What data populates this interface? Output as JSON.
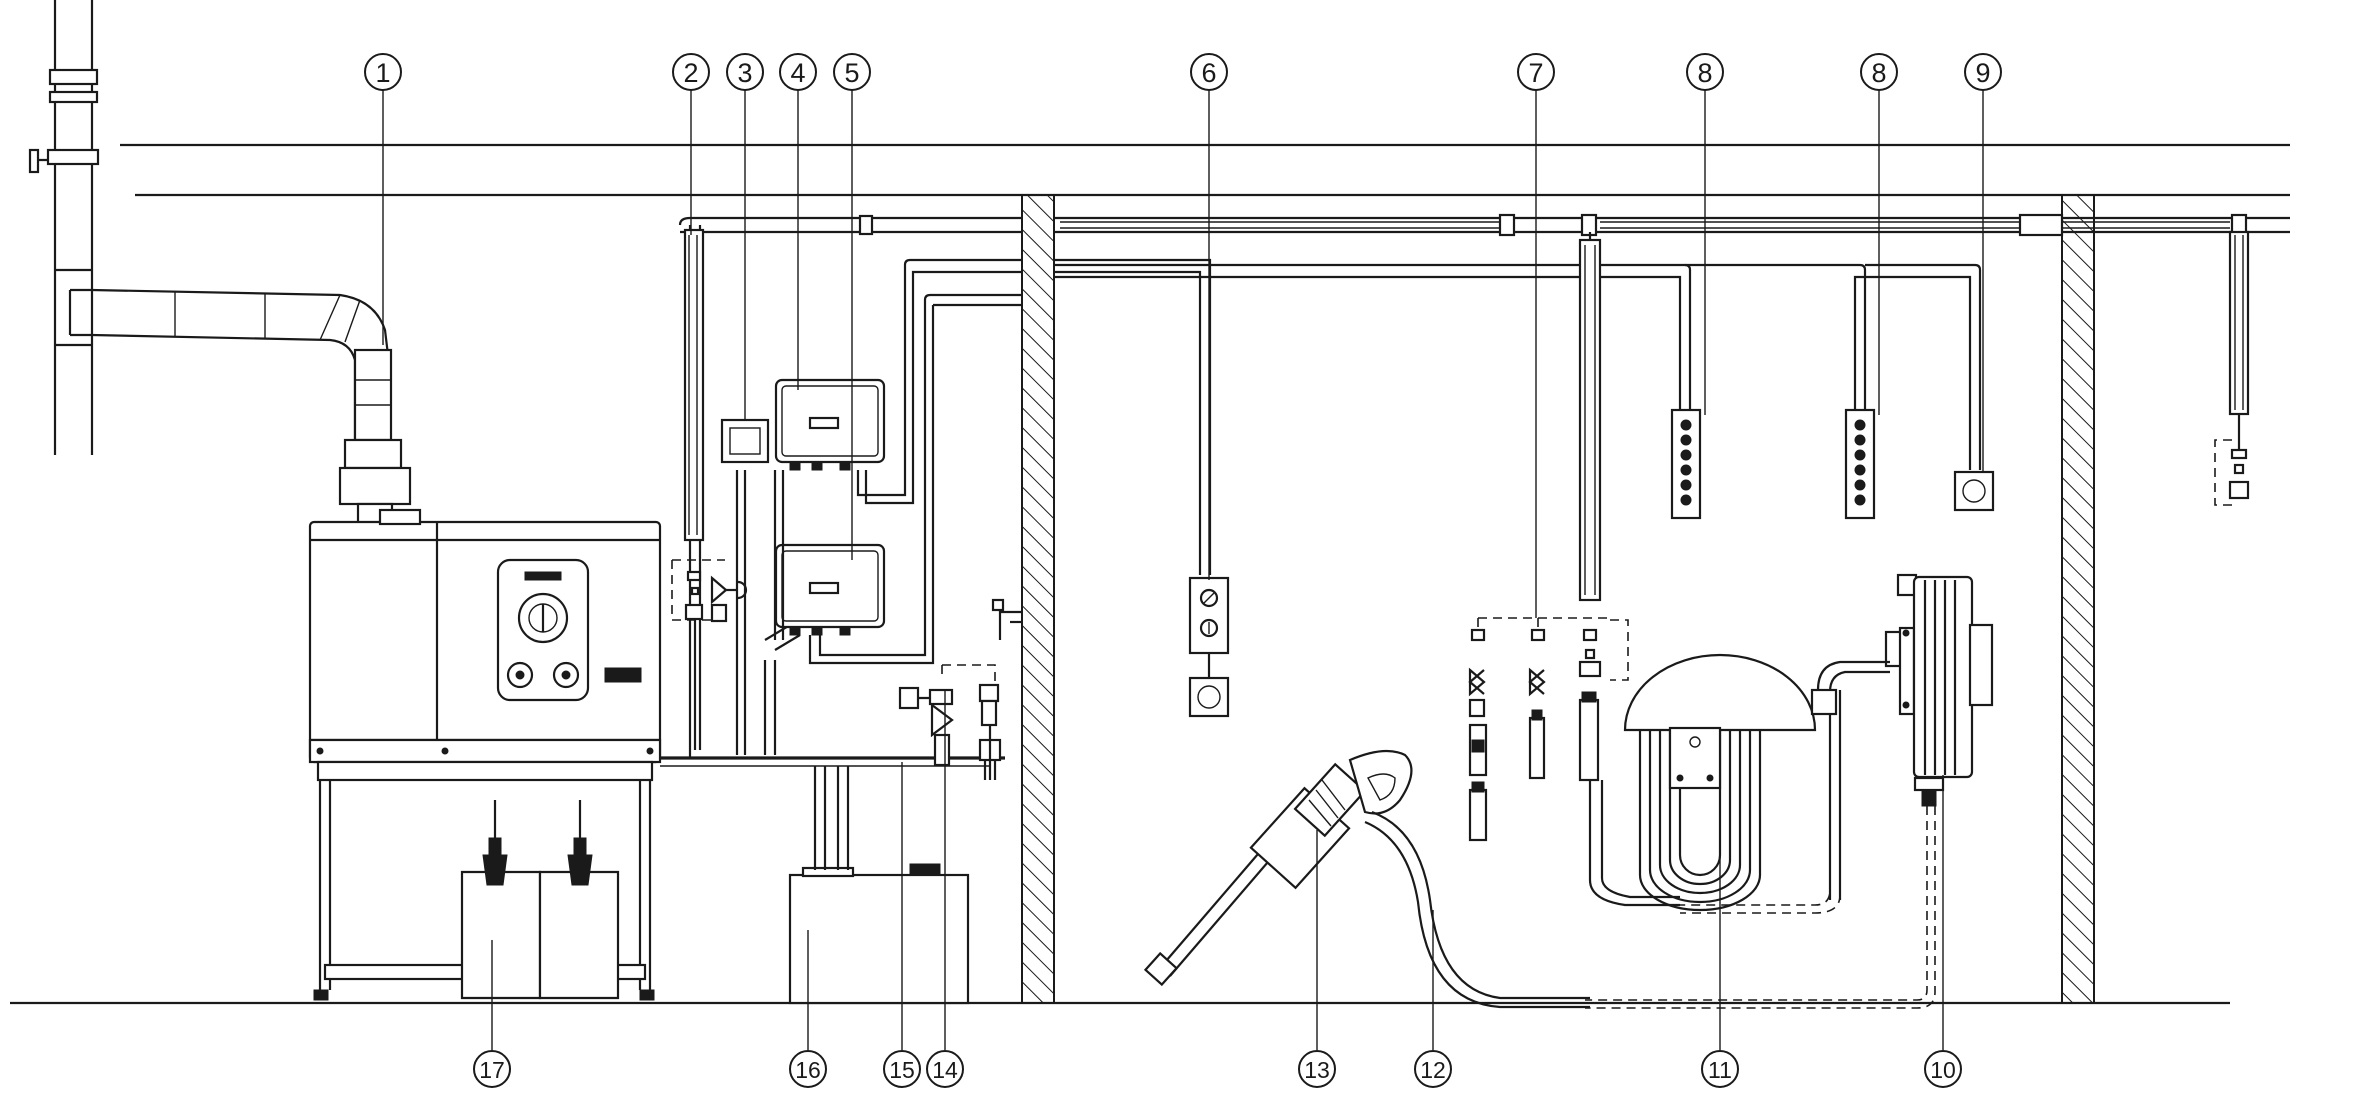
{
  "callouts": [
    {
      "id": "c1",
      "label": "1"
    },
    {
      "id": "c2",
      "label": "2"
    },
    {
      "id": "c3",
      "label": "3"
    },
    {
      "id": "c4",
      "label": "4"
    },
    {
      "id": "c5",
      "label": "5"
    },
    {
      "id": "c6",
      "label": "6"
    },
    {
      "id": "c7",
      "label": "7"
    },
    {
      "id": "c8a",
      "label": "8"
    },
    {
      "id": "c8b",
      "label": "8"
    },
    {
      "id": "c9",
      "label": "9"
    },
    {
      "id": "c10",
      "label": "10"
    },
    {
      "id": "c11",
      "label": "11"
    },
    {
      "id": "c12",
      "label": "12"
    },
    {
      "id": "c13",
      "label": "13"
    },
    {
      "id": "c14",
      "label": "14"
    },
    {
      "id": "c15",
      "label": "15"
    },
    {
      "id": "c16",
      "label": "16"
    },
    {
      "id": "c17",
      "label": "17"
    }
  ],
  "colors": {
    "line": "#1a1a1a",
    "background": "#ffffff"
  }
}
